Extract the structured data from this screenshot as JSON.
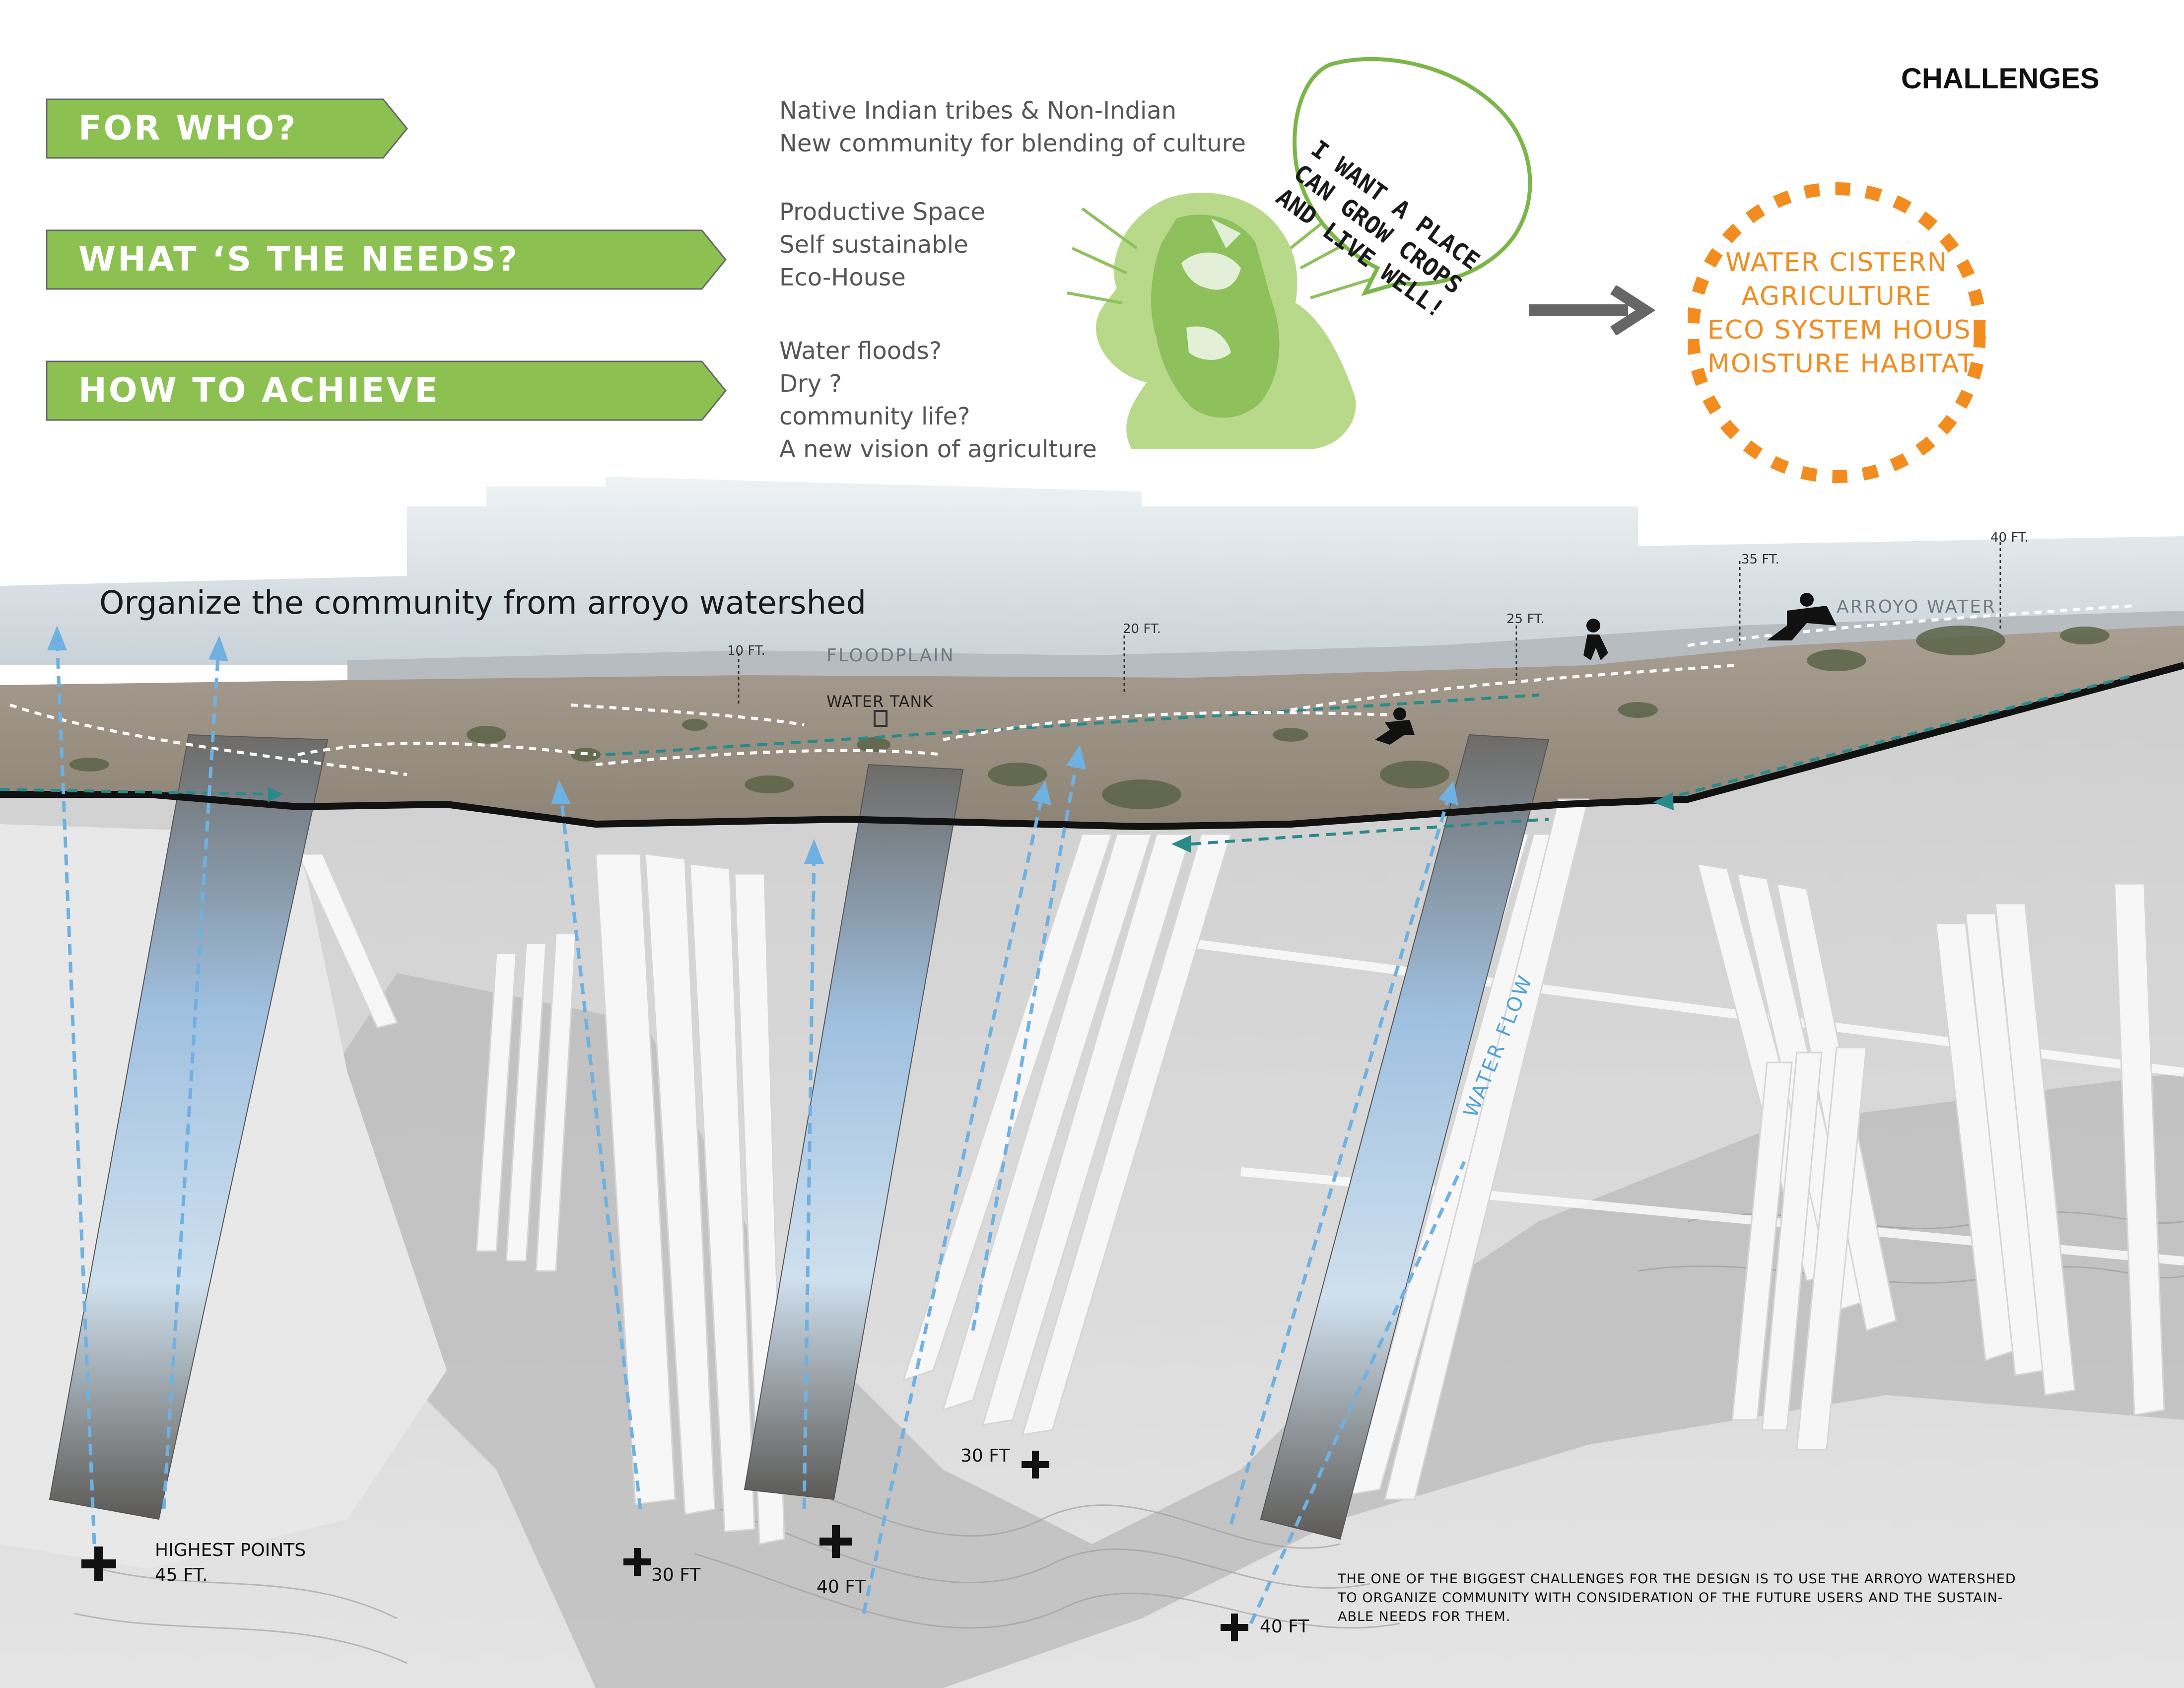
{
  "questions": [
    {
      "label": "FOR WHO?",
      "answers": [
        "Native Indian tribes  & Non-Indian",
        "New community for blending of culture"
      ]
    },
    {
      "label": "WHAT ‘S THE NEEDS?",
      "answers": [
        "Productive Space",
        "Self sustainable",
        "Eco-House"
      ]
    },
    {
      "label": "HOW TO ACHIEVE",
      "answers": [
        "Water floods?",
        "Dry ?",
        "community life?",
        "A new vision of agriculture"
      ]
    }
  ],
  "speech_bubble": [
    "I WANT A PLACE",
    "CAN GROW CROPS",
    "AND LIVE WELL!"
  ],
  "challenges": {
    "title": "CHALLENGES",
    "items": [
      "WATER CISTERN",
      "AGRICULTURE",
      "ECO SYSTEM HOUSE",
      "MOISTURE HABITAT"
    ]
  },
  "section_title": "Organize the community from arroyo watershed",
  "elevation_markers": [
    "10 FT.",
    "20 FT.",
    "25 FT.",
    "35 FT.",
    "40 FT."
  ],
  "landscape_labels": {
    "floodplain": "FLOODPLAIN",
    "water_tank": "WATER TANK",
    "arroyo_water": "ARROYO WATER",
    "water_flow": "WATER FLOW"
  },
  "points": [
    {
      "lines": [
        "HIGHEST POINTS",
        "45 FT."
      ]
    },
    {
      "lines": [
        "30 FT"
      ]
    },
    {
      "lines": [
        "40 FT"
      ]
    },
    {
      "lines": [
        "30 FT"
      ]
    },
    {
      "lines": [
        "40 FT"
      ]
    }
  ],
  "footnote": [
    "THE ONE OF THE BIGGEST CHALLENGES FOR THE DESIGN IS TO USE THE ARROYO WATERSHED",
    "TO ORGANIZE COMMUNITY WITH CONSIDERATION OF THE FUTURE USERS AND THE SUSTAIN-",
    "ABLE NEEDS FOR THEM."
  ],
  "colors": {
    "banner_green": "#8cc152",
    "accent_orange": "#f28c1e",
    "water_blue": "#6fb1e0",
    "teal_line": "#2a8a8a"
  }
}
